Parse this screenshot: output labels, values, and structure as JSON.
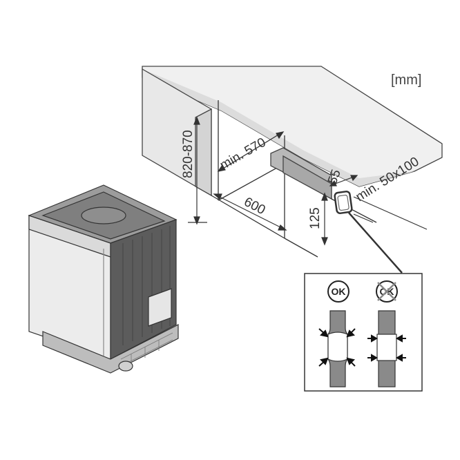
{
  "units_label": "[mm]",
  "dimensions": {
    "height_range": "820-870",
    "min_depth": "min. 570",
    "width": "600",
    "side_offset": "55",
    "cutout_height": "125",
    "cutout_size": "min. 50x100"
  },
  "detail": {
    "ok_label": "OK",
    "not_ok_label": "OK"
  },
  "colors": {
    "line": "#333333",
    "panel_light": "#e6e6e6",
    "panel_mid": "#c8c8c8",
    "panel_dark": "#555555",
    "hose": "#8a8a8a",
    "cross": "#888888"
  }
}
